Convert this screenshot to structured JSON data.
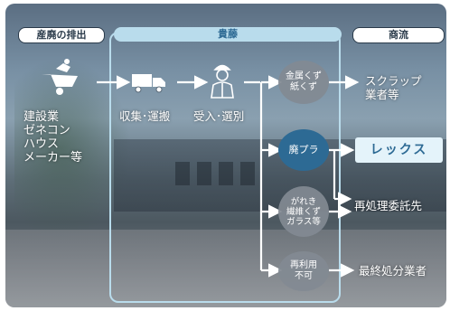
{
  "headers": {
    "left": "産廃の排出",
    "middle": "貴藤",
    "right": "商流"
  },
  "source": {
    "lines": [
      "建設業",
      "ゼネコン",
      "ハウス",
      "メーカー等"
    ],
    "icon": "wheelbarrow-icon"
  },
  "steps": {
    "collect": {
      "label": "収集･運搬",
      "icon": "truck-icon"
    },
    "receive": {
      "label": "受入･選別",
      "icon": "worker-icon"
    }
  },
  "categories": {
    "metal": {
      "line1": "金属くず",
      "line2": "紙くず"
    },
    "plastic": {
      "line1": "廃プラ"
    },
    "rubble": {
      "line1": "がれき",
      "line2": "繊維くず",
      "line3": "ガラス等"
    },
    "nonreuse": {
      "line1": "再利用",
      "line2": "不可"
    }
  },
  "destinations": {
    "scrap": {
      "line1": "スクラップ",
      "line2": "業者等"
    },
    "rex": "レックス",
    "reprocess": "再処理委託先",
    "final": "最終処分業者"
  },
  "colors": {
    "accent": "#2d6a94",
    "light_accent": "#b9dcec"
  }
}
